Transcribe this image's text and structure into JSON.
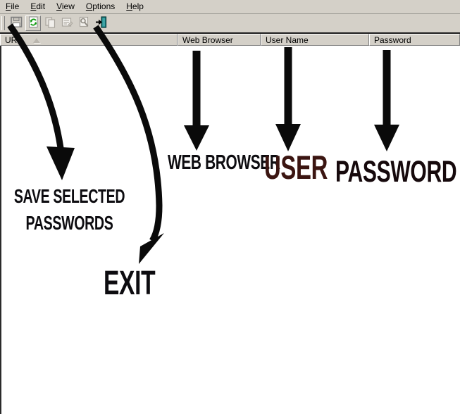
{
  "menu": {
    "items": [
      {
        "label": "File"
      },
      {
        "label": "Edit"
      },
      {
        "label": "View"
      },
      {
        "label": "Options"
      },
      {
        "label": "Help"
      }
    ]
  },
  "toolbar": {
    "buttons": [
      {
        "icon": "save-icon",
        "enabled": true
      },
      {
        "icon": "refresh-icon",
        "enabled": true
      },
      {
        "icon": "copy-icon",
        "enabled": false
      },
      {
        "icon": "properties-icon",
        "enabled": false
      },
      {
        "icon": "inspect-icon",
        "enabled": false
      },
      {
        "icon": "exit-icon",
        "enabled": true
      }
    ]
  },
  "table": {
    "columns": [
      {
        "label": "URL",
        "sort": "asc"
      },
      {
        "label": "Web Browser",
        "sort": ""
      },
      {
        "label": "User Name",
        "sort": ""
      },
      {
        "label": "Password",
        "sort": ""
      }
    ]
  },
  "annotations": {
    "save_line1": "SAVE SELECTED",
    "save_line2": "PASSWORDS",
    "exit": "EXIT",
    "web_browser": "WEB BROWSER",
    "user": "USER",
    "password": "PASSWORD"
  },
  "colors": {
    "chrome": "#d4d0c8",
    "annotation_black": "#0d0c10",
    "user_label_maroon": "#3b1511",
    "password_label_dark": "#16090c",
    "exit_icon_teal": "#157d7f",
    "refresh_icon_green": "#0f9b0f"
  }
}
